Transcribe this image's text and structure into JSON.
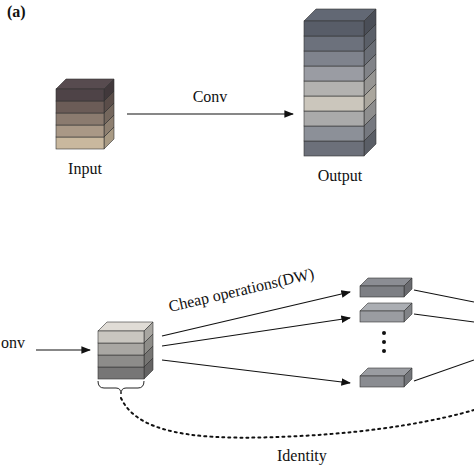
{
  "diagram": {
    "nodes": [
      {
        "text": [
          "Input"
        ]
      },
      {
        "text": [
          "Output"
        ]
      }
    ],
    "edges": [
      {
        "from": 0,
        "to": 1,
        "label": "Conv",
        "arrow": "to"
      }
    ],
    "labels": [
      "(a)",
      "onv",
      "Cheap operations(DW)",
      "Identity"
    ]
  }
}
